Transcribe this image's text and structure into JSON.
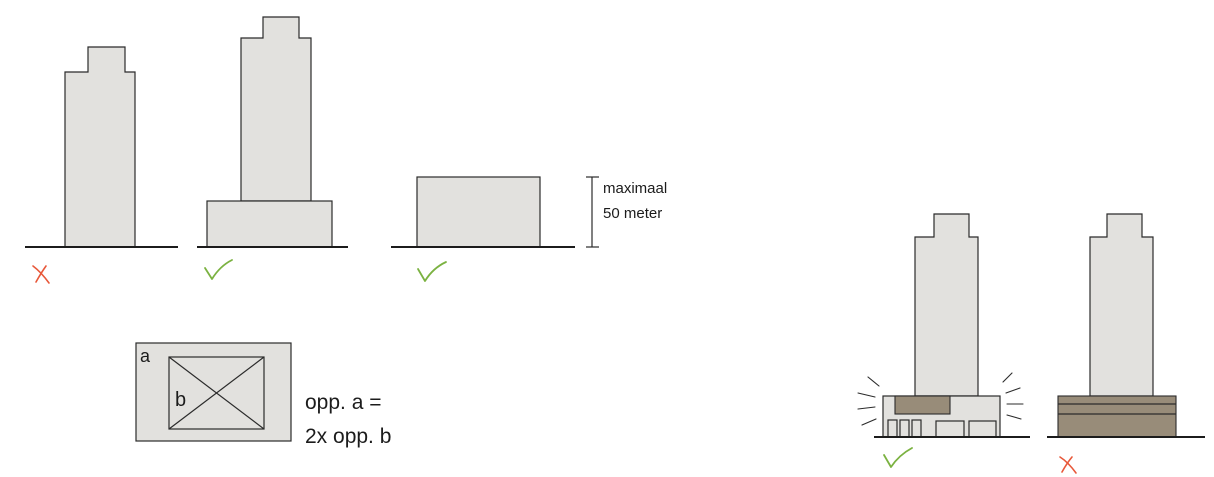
{
  "height_annotation": {
    "line1": "maximaal",
    "line2": "50 meter"
  },
  "area_box": {
    "label_a": "a",
    "label_b": "b",
    "formula_line1": "opp. a =",
    "formula_line2": "2x opp. b"
  },
  "verdicts": {
    "tower_without_base": "incorrect",
    "tower_with_base": "correct",
    "low_block": "correct",
    "active_plinth": "correct",
    "closed_plinth": "incorrect"
  },
  "colors": {
    "building_fill": "#e2e1de",
    "plinth_brown": "#988c79",
    "cross_red": "#e8583a",
    "check_green": "#7bb241"
  }
}
